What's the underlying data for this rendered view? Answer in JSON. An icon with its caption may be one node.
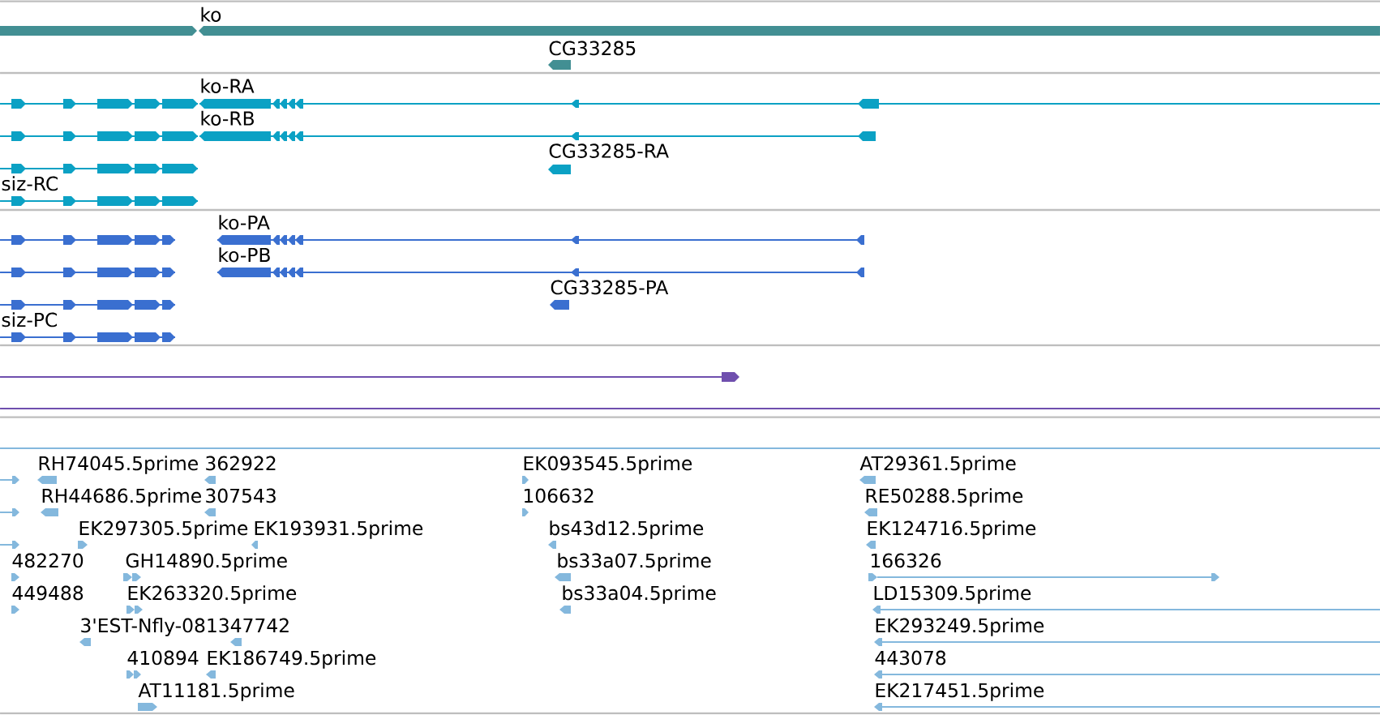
{
  "diagram": {
    "labels": [
      "ko",
      "CG33285",
      "ko-RA",
      "ko-RB",
      "CG33285-RA",
      "siz-RC",
      "ko-PA",
      "ko-PB",
      "CG33285-PA",
      "siz-PC",
      "RH74045.5prime",
      "362922",
      "EK093545.5prime",
      "AT29361.5prime",
      "RH44686.5prime",
      "307543",
      "106632",
      "RE50288.5prime",
      "EK297305.5prime",
      "EK193931.5prime",
      "bs43d12.5prime",
      "EK124716.5prime",
      "482270",
      "GH14890.5prime",
      "bs33a07.5prime",
      "166326",
      "449488",
      "EK263320.5prime",
      "bs33a04.5prime",
      "LD15309.5prime",
      "3'EST-Nfly-081347742",
      "EK293249.5prime",
      "410894",
      "EK186749.5prime",
      "443078",
      "AT11181.5prime",
      "EK217451.5prime"
    ]
  }
}
